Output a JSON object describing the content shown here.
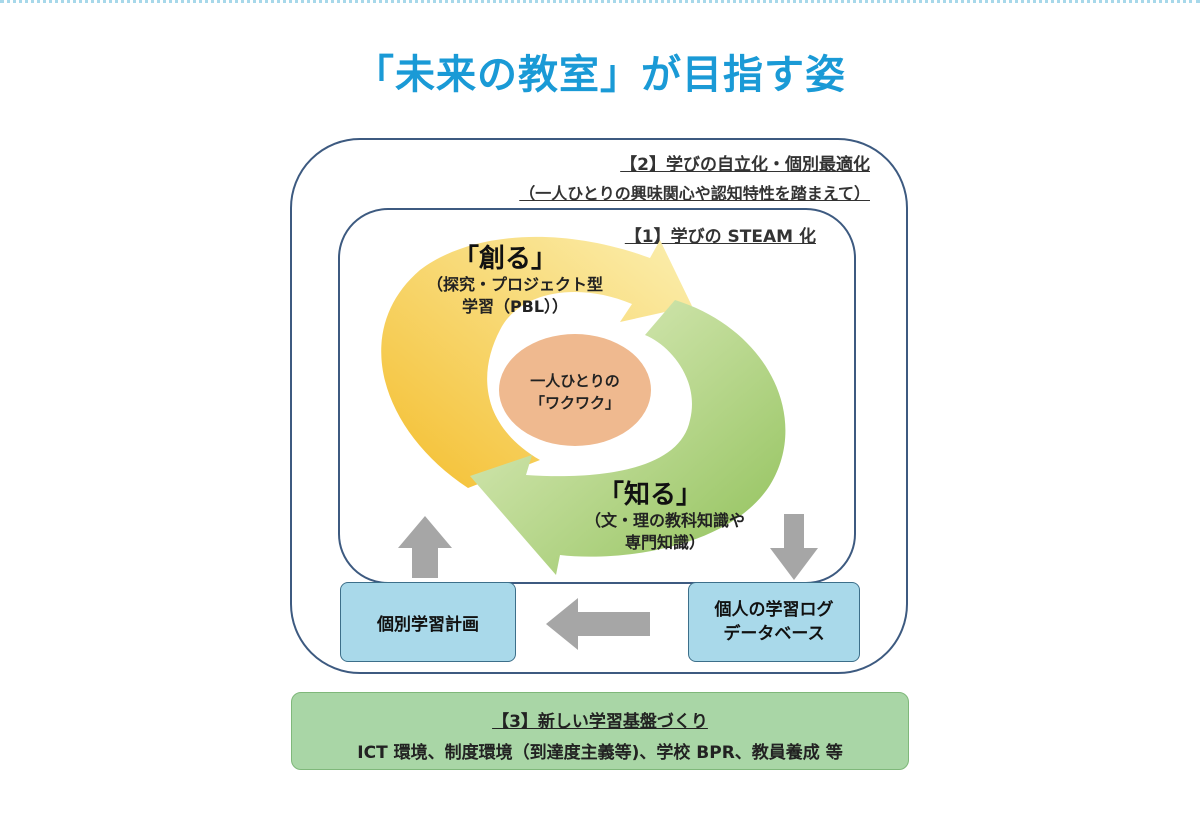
{
  "page": {
    "title": "「未来の教室」が目指す姿"
  },
  "section2": {
    "title": "【2】学びの自立化・個別最適化",
    "subtitle": "（一人ひとりの興味関心や認知特性を踏まえて）"
  },
  "section1": {
    "title": "【1】学びの STEAM 化"
  },
  "cycle": {
    "create": {
      "title": "「創る」",
      "desc_line1": "（探究・プロジェクト型",
      "desc_line2": "学習（PBL））"
    },
    "know": {
      "title": "「知る」",
      "desc_line1": "（文・理の教科知識や",
      "desc_line2": "専門知識）"
    },
    "center": {
      "line1": "一人ひとりの",
      "line2": "「ワクワク」"
    }
  },
  "boxes": {
    "plan": "個別学習計画",
    "log_line1": "個人の学習ログ",
    "log_line2": "データベース"
  },
  "section3": {
    "title": "【3】新しい学習基盤づくり",
    "desc": "ICT 環境、制度環境（到達度主義等)、学校 BPR、教員養成 等"
  },
  "colors": {
    "title_blue": "#1a9ad6",
    "border_navy": "#3d5a80",
    "create_orange": "#f5c542",
    "know_green": "#a6cf6b",
    "center_salmon": "#efb98f",
    "box_blue": "#a9d9ea",
    "foundation_green": "#a9d6a6",
    "arrow_gray": "#a6a6a6"
  }
}
